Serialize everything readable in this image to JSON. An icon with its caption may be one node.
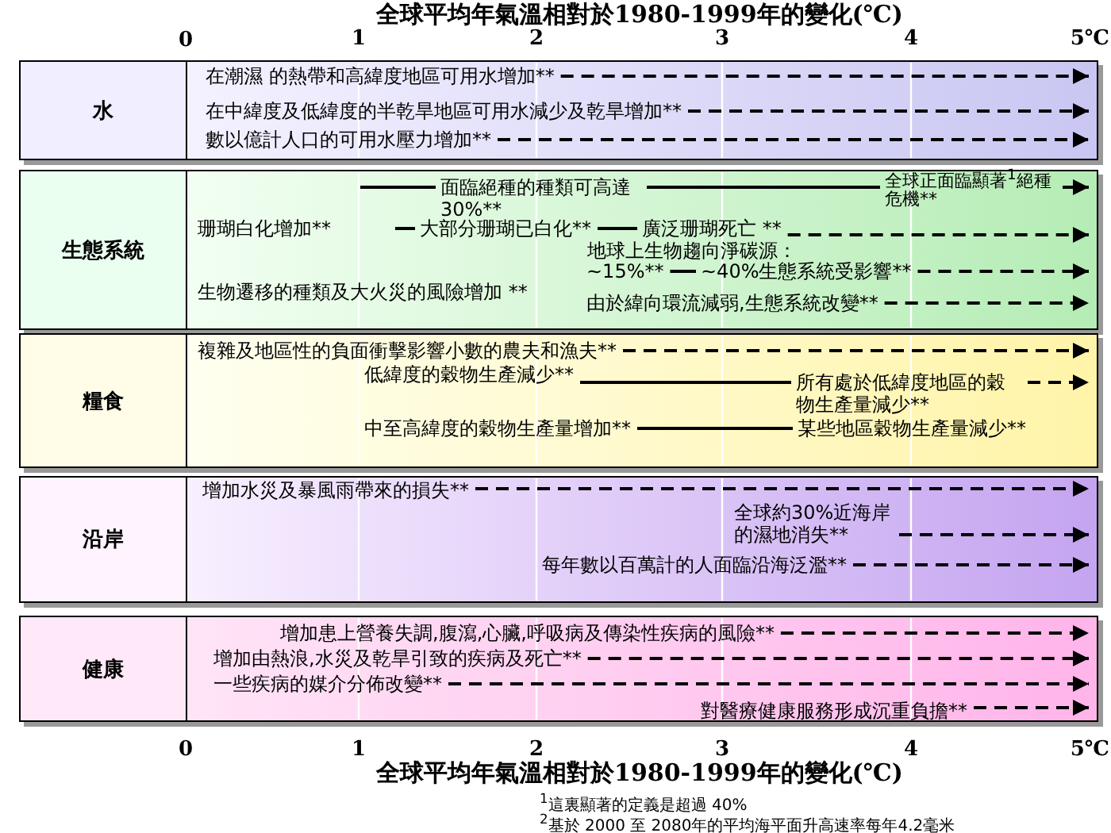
{
  "diagram": {
    "title": "全球平均年氣溫相對於1980-1999年的變化(℃)",
    "nodes": [
      {
        "text": [
          "水"
        ]
      },
      {
        "text": [
          "在潮濕 的熱帶和高緯度地區可用水增加**"
        ],
        "in": 0
      },
      {
        "text": [
          "在中緯度及低緯度的半乾旱地區可用水減少及乾旱增加**"
        ],
        "in": 0
      },
      {
        "text": [
          "數以億計人口的可用水壓力增加**"
        ],
        "in": 0
      },
      {
        "text": [
          "生態系統"
        ]
      },
      {
        "text": [
          "面臨絕種的種類可高達30%**"
        ],
        "in": 4
      },
      {
        "text": [
          "全球正面臨顯著$^{1}$絕種危機**"
        ],
        "in": 4
      },
      {
        "text": [
          "珊瑚白化增加**"
        ],
        "in": 4
      },
      {
        "text": [
          "大部分珊瑚已白化**"
        ],
        "in": 4
      },
      {
        "text": [
          "廣泛珊瑚死亡 **"
        ],
        "in": 4
      },
      {
        "text": [
          "~15%**"
        ],
        "in": 4
      },
      {
        "text": [
          "~40%生態系統受影響**"
        ],
        "in": 4
      },
      {
        "text": [
          "生物遷移的種類及大火災的風險增加 **"
        ],
        "in": 4
      },
      {
        "text": [
          "由於緯向環流減弱,生態系統改變**"
        ],
        "in": 4
      },
      {
        "text": [
          "糧食"
        ]
      },
      {
        "text": [
          "複雜及地區性的負面衝擊影響小數的農夫和漁夫**"
        ],
        "in": 14
      },
      {
        "text": [
          "低緯度的穀物生產減少**"
        ],
        "in": 14
      },
      {
        "text": [
          "所有處於低緯度地區的穀物生產量減少**"
        ],
        "in": 14
      },
      {
        "text": [
          "中至高緯度的穀物生產量增加**"
        ],
        "in": 14
      },
      {
        "text": [
          "某些地區穀物生產量減少**"
        ],
        "in": 14
      },
      {
        "text": [
          "沿岸"
        ]
      },
      {
        "text": [
          "增加水災及暴風雨帶來的損失**"
        ],
        "in": 20
      },
      {
        "text": [
          "全球約30%近海岸的濕地消失**"
        ],
        "in": 20
      },
      {
        "text": [
          "每年數以百萬計的人面臨沿海泛濫**"
        ],
        "in": 20
      },
      {
        "text": [
          "健康"
        ]
      },
      {
        "text": [
          "增加患上營養失調,腹瀉,心臟,呼吸病及傳染性疾病的風險**"
        ],
        "in": 24
      },
      {
        "text": [
          "增加由熱浪,水災及乾旱引致的疾病及死亡**"
        ],
        "in": 24
      },
      {
        "text": [
          "一些疾病的媒介分佈改變**"
        ],
        "in": 24
      },
      {
        "text": [
          "對醫療健康服務形成沉重負擔**"
        ],
        "in": 24
      }
    ],
    "edges": [
      {
        "from": 1,
        "to": null,
        "arrow": "to",
        "style": "dashed"
      },
      {
        "from": 2,
        "to": null,
        "arrow": "to",
        "style": "dashed"
      },
      {
        "from": 3,
        "to": null,
        "arrow": "to",
        "style": "dashed"
      },
      {
        "from": null,
        "to": 5,
        "arrow": "none"
      },
      {
        "from": 5,
        "to": 6,
        "arrow": "none"
      },
      {
        "from": 6,
        "to": null,
        "arrow": "to"
      },
      {
        "from": null,
        "to": 8,
        "arrow": "none"
      },
      {
        "from": 8,
        "to": 9,
        "arrow": "none"
      },
      {
        "from": 9,
        "to": null,
        "arrow": "to",
        "style": "dashed"
      },
      {
        "from": 10,
        "to": 11,
        "arrow": "none"
      },
      {
        "from": 11,
        "to": null,
        "arrow": "to",
        "style": "dashed"
      },
      {
        "from": 13,
        "to": null,
        "arrow": "to",
        "style": "dashed"
      },
      {
        "from": 15,
        "to": null,
        "arrow": "to",
        "style": "dashed"
      },
      {
        "from": 16,
        "to": 17,
        "arrow": "none"
      },
      {
        "from": 17,
        "to": null,
        "arrow": "to",
        "style": "dashed"
      },
      {
        "from": 18,
        "to": 19,
        "arrow": "none"
      },
      {
        "from": 21,
        "to": null,
        "arrow": "to",
        "style": "dashed"
      },
      {
        "from": 22,
        "to": null,
        "arrow": "to",
        "style": "dashed"
      },
      {
        "from": 23,
        "to": null,
        "arrow": "to",
        "style": "dashed"
      },
      {
        "from": 25,
        "to": null,
        "arrow": "to",
        "style": "dashed"
      },
      {
        "from": 26,
        "to": null,
        "arrow": "to",
        "style": "dashed"
      },
      {
        "from": 27,
        "to": null,
        "arrow": "to",
        "style": "dashed"
      },
      {
        "from": 28,
        "to": null,
        "arrow": "to",
        "style": "dashed"
      }
    ],
    "labels": [
      "0",
      "1",
      "2",
      "3",
      "4",
      "5℃",
      "地球上生物趨向淨碳源：",
      "0",
      "1",
      "2",
      "3",
      "4",
      "5℃",
      "全球平均年氣溫相對於1980-1999年的變化(℃)",
      "$^{1}$這裏顯著的定義是超過 40%",
      "$^{2}$基於 2000 至 2080年的平均海平面升高速率每年4.2毫米"
    ]
  }
}
